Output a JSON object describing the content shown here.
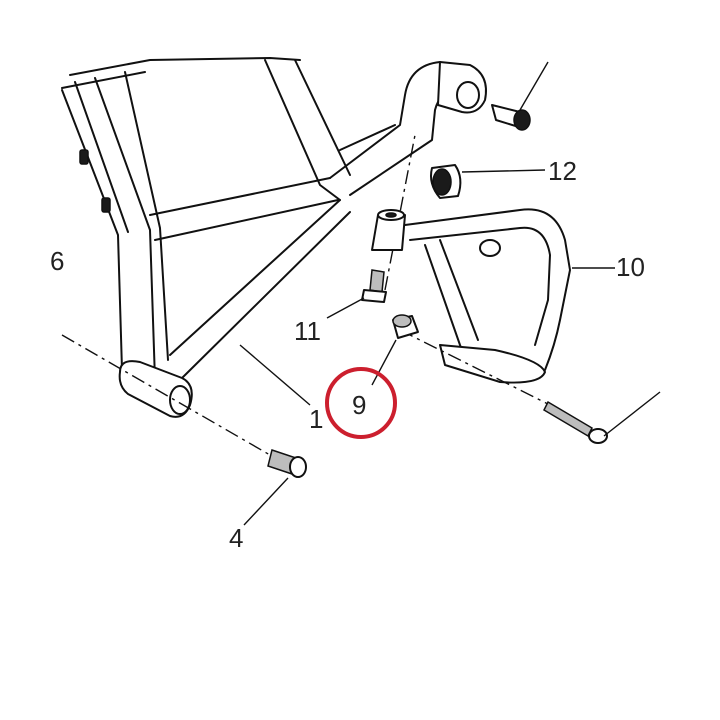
{
  "diagram": {
    "callouts": {
      "c1": "1",
      "c4": "4",
      "c6": "6",
      "c9": "9",
      "c10": "10",
      "c11": "11",
      "c12": "12"
    },
    "highlight_color": "#cc1f2e",
    "line_color": "#111111"
  }
}
